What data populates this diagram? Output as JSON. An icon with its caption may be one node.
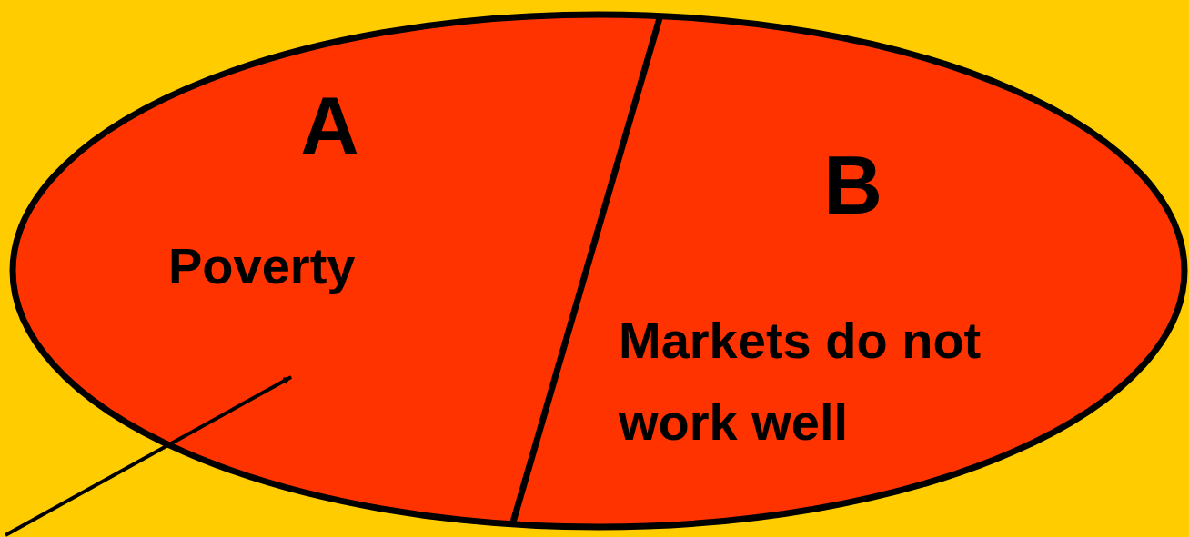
{
  "diagram": {
    "nodes": [
      {
        "text": [],
        "shape": "ellipse"
      },
      {
        "text": [
          "A",
          "Poverty"
        ],
        "in": 0
      },
      {
        "text": [
          "B",
          "Markets do not work well"
        ],
        "in": 0
      }
    ],
    "edges": [
      {
        "from": null,
        "to": 1,
        "arrow": "to"
      }
    ]
  }
}
